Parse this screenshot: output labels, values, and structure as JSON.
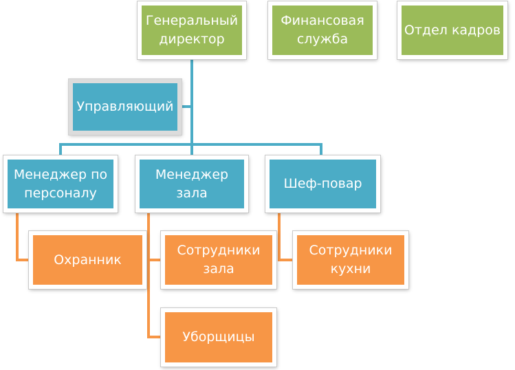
{
  "nodes": {
    "general_director": "Генеральный\nдиректор",
    "finance": "Финансовая\nслужба",
    "hr_dept": "Отдел кадров",
    "manager": "Управляющий",
    "hr_manager": "Менеджер по\nперсоналу",
    "hall_manager": "Менеджер\nзала",
    "chef": "Шеф-повар",
    "guard": "Охранник",
    "hall_staff": "Сотрудники\nзала",
    "cleaners": "Уборщицы",
    "kitchen_staff": "Сотрудники\nкухни"
  },
  "colors": {
    "top_level": "#9bbb59",
    "management": "#4bacc6",
    "staff": "#f79646",
    "connector_main": "#4bacc6",
    "connector_staff": "#f79646"
  }
}
